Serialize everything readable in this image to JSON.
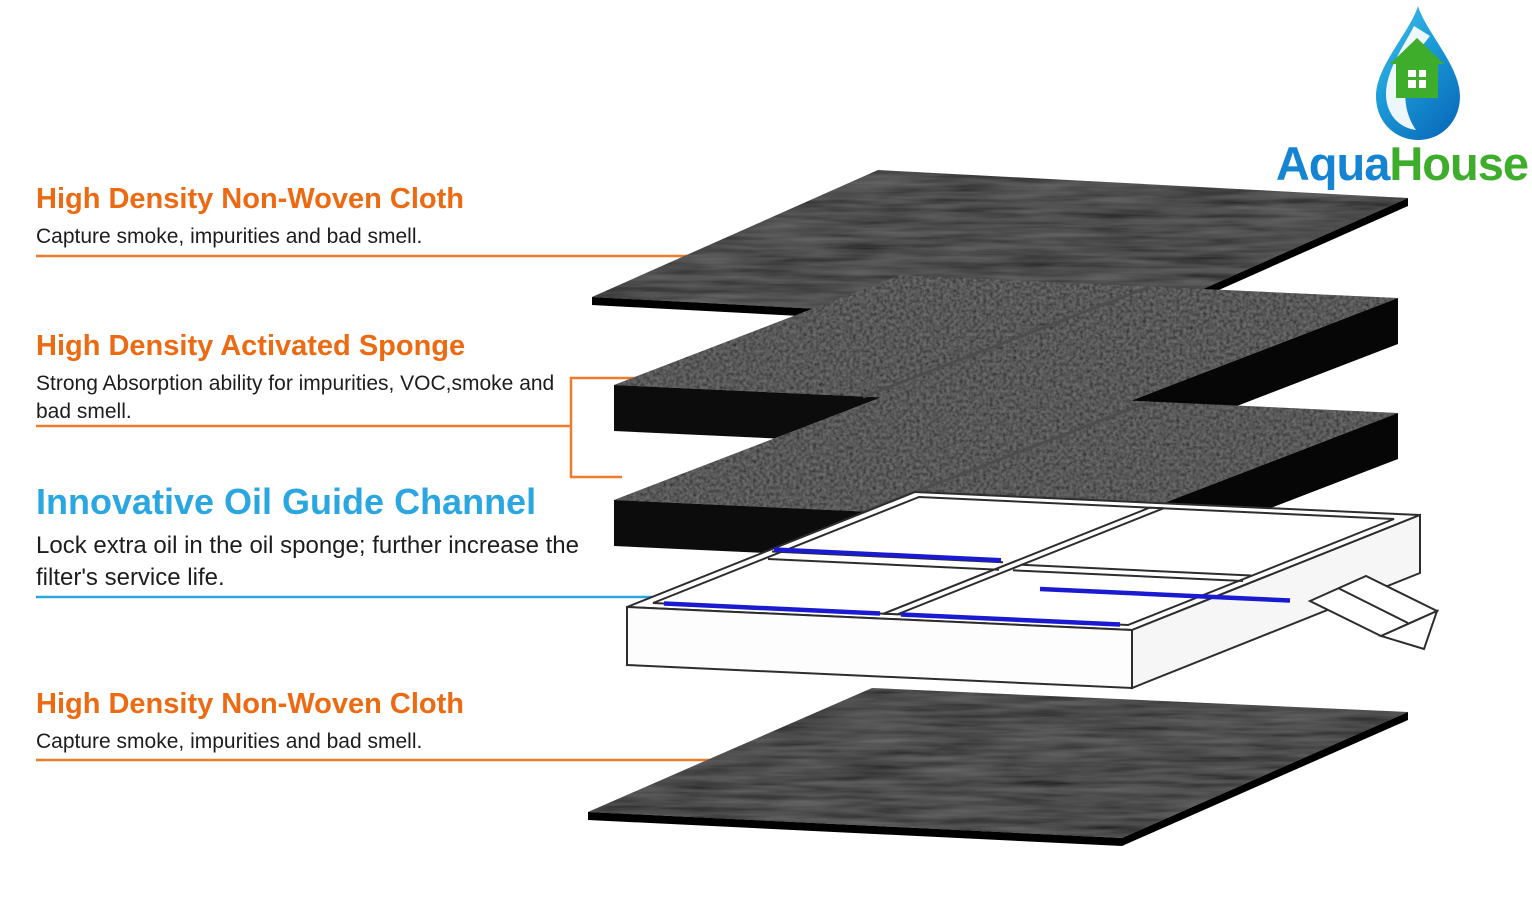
{
  "colors": {
    "accent_orange": "#ec6a12",
    "accent_blue": "#2aa7e0",
    "body_text": "#1d1d1d",
    "layer_black": "#161616",
    "oil_channel_blue": "#1a1ad0",
    "logo_blue": "#1484d3",
    "logo_green": "#3dad2b"
  },
  "logo": {
    "part1": "Aqua",
    "part2": "House",
    "icon": "water-drop-house-icon"
  },
  "annotations": [
    {
      "id": "top-cloth",
      "title": "High Density Non-Woven Cloth",
      "description": "Capture smoke, impurities and bad smell."
    },
    {
      "id": "activated-sponge",
      "title": "High Density Activated Sponge",
      "description": "Strong Absorption ability for impurities, VOC,smoke and bad smell."
    },
    {
      "id": "oil-guide-channel",
      "title": "Innovative Oil Guide Channel",
      "description": "Lock extra oil in the oil sponge; further increase the filter's service life."
    },
    {
      "id": "bottom-cloth",
      "title": "High Density Non-Woven Cloth",
      "description": "Capture smoke, impurities and bad smell."
    }
  ],
  "diagram": {
    "layers": [
      "non-woven-cloth-top",
      "activated-sponge-upper",
      "activated-sponge-lower",
      "oil-guide-channel-tray",
      "non-woven-cloth-bottom"
    ]
  }
}
